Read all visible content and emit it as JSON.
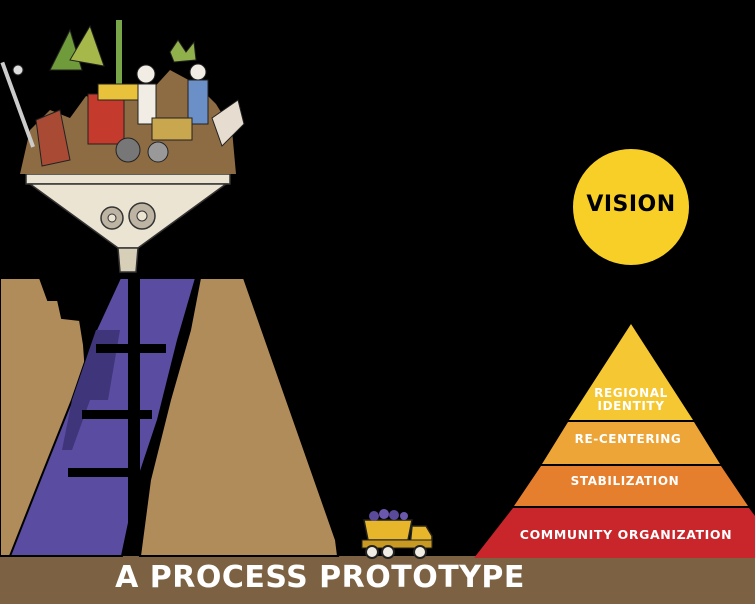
{
  "title": "A PROCESS PROTOTYPE",
  "vision": {
    "label": "VISION",
    "color": "#f7cf26"
  },
  "pyramid": {
    "tiers": [
      {
        "label": "REGIONAL\nIDENTITY",
        "color": "#f5c733"
      },
      {
        "label": "RE-CENTERING",
        "color": "#eda537"
      },
      {
        "label": "STABILIZATION",
        "color": "#e57f2e"
      },
      {
        "label": "COMMUNITY ORGANIZATION",
        "color": "#c8262b"
      }
    ]
  },
  "colors": {
    "background": "#000000",
    "ground": "#7c6243",
    "rock": "#b08c5a",
    "shaft": "#5a4ca0",
    "funnel": "#ece4d2",
    "truck": "#e8b62a"
  },
  "icons": [
    "funnel-icon",
    "gear-icon",
    "dump-truck-icon",
    "sun-icon"
  ]
}
